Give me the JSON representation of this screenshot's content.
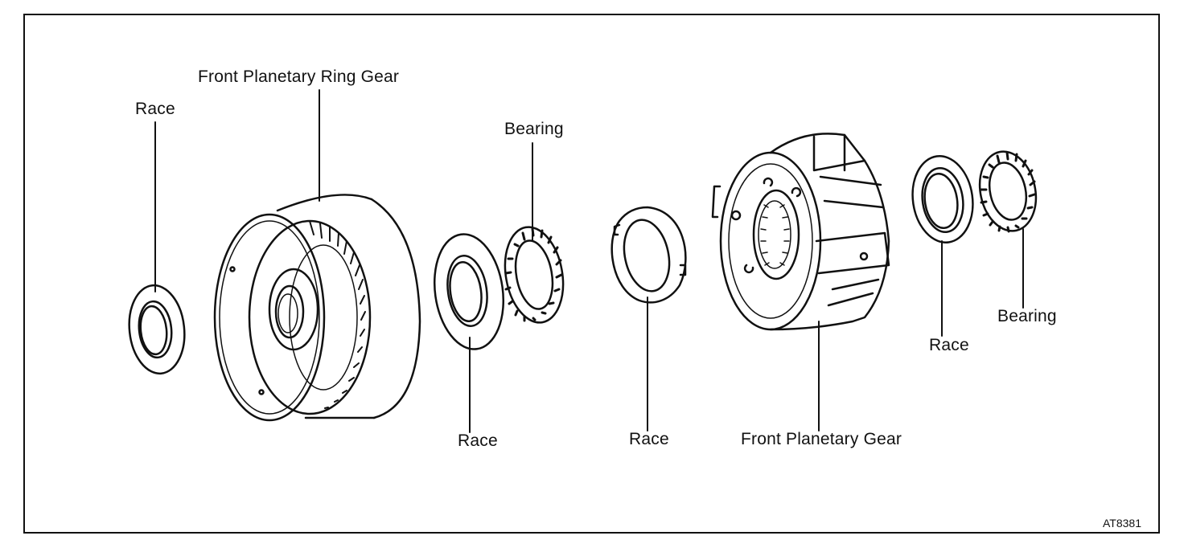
{
  "diagram": {
    "labels": {
      "race_left": "Race",
      "ring_gear": "Front Planetary Ring Gear",
      "bearing_mid": "Bearing",
      "race_mid1": "Race",
      "race_mid2": "Race",
      "planetary_gear": "Front Planetary Gear",
      "race_right": "Race",
      "bearing_right": "Bearing"
    },
    "figure_code": "AT8381"
  },
  "colors": {
    "ink": "#111111",
    "paper": "#ffffff"
  }
}
